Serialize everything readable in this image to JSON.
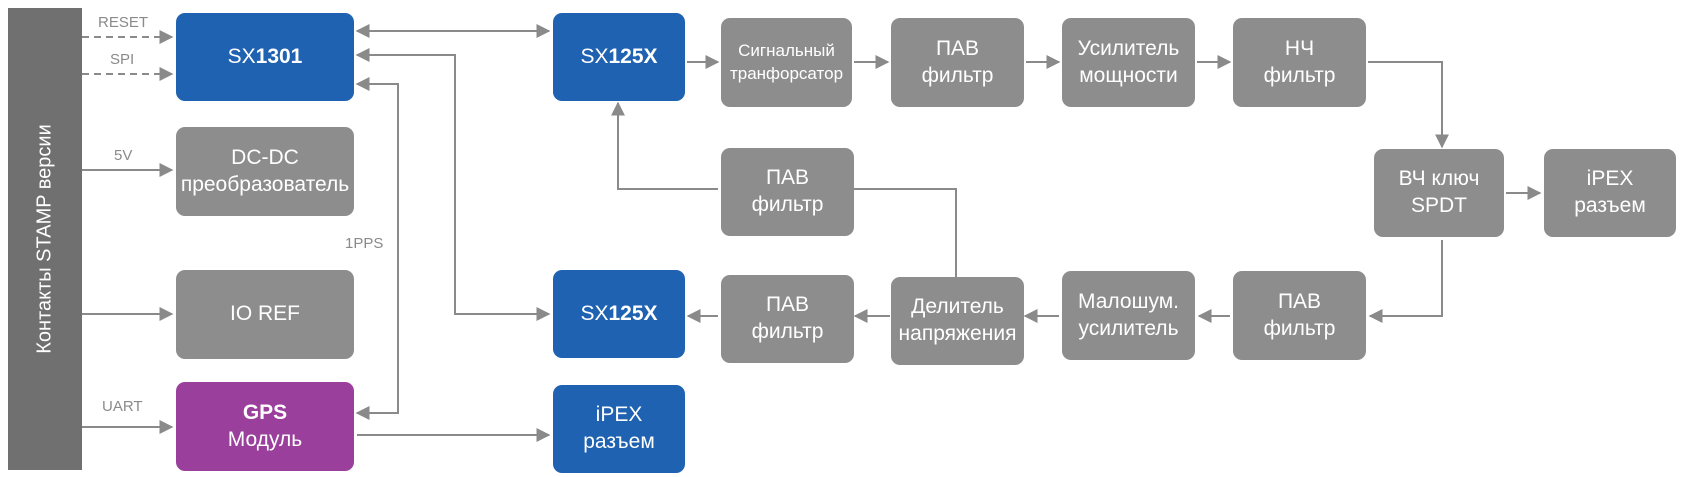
{
  "sidebar": {
    "label": "Контакты STAMP версии"
  },
  "signals": {
    "reset": "RESET",
    "spi": "SPI",
    "v5": "5V",
    "pps": "1PPS",
    "uart": "UART"
  },
  "blocks": {
    "sx1301": {
      "prefix": "SX",
      "bold": "1301"
    },
    "dcdc": {
      "line1": "DC-DC",
      "line2": "преобразователь"
    },
    "ioref": {
      "line1": "IO REF"
    },
    "gps": {
      "line1": "GPS",
      "line2": "Модуль"
    },
    "sx125x_tx": {
      "prefix": "SX",
      "bold": "125X"
    },
    "sx125x_rx": {
      "prefix": "SX",
      "bold": "125X"
    },
    "ipex_gps": {
      "line1": "iPEX",
      "line2": "разъем"
    },
    "sig_transformer": {
      "line1": "Сигнальный",
      "line2": "транфорсатор"
    },
    "saw_tx": {
      "line1": "ПАВ",
      "line2": "фильтр"
    },
    "power_amp": {
      "line1": "Усилитель",
      "line2": "мощности"
    },
    "lpf": {
      "line1": "НЧ",
      "line2": "фильтр"
    },
    "rf_switch": {
      "line1": "ВЧ ключ",
      "line2": "SPDT"
    },
    "ipex_ant": {
      "line1": "iPEX",
      "line2": "разъем"
    },
    "saw_rx_upper": {
      "line1": "ПАВ",
      "line2": "фильтр"
    },
    "saw_rx_lower": {
      "line1": "ПАВ",
      "line2": "фильтр"
    },
    "splitter": {
      "line1": "Делитель",
      "line2": "напряжения"
    },
    "lna": {
      "line1": "Малошум.",
      "line2": "усилитель"
    },
    "saw_rx_in": {
      "line1": "ПАВ",
      "line2": "фильтр"
    }
  },
  "colors": {
    "sidebar": "#707070",
    "gray_block": "#8d8d8d",
    "blue_block": "#1f62b1",
    "purple_block": "#9a3f9c",
    "wire": "#8a8a8a"
  }
}
